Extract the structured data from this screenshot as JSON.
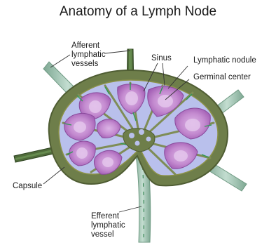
{
  "title": "Anatomy of a Lymph Node",
  "labels": {
    "afferent": [
      "Afferent",
      "lymphatic",
      "vessels"
    ],
    "sinus": "Sinus",
    "lymphatic_nodule": "Lymphatic nodule",
    "germinal_center": "Germinal center",
    "capsule": "Capsule",
    "efferent": [
      "Efferent",
      "lymphatic",
      "vessel"
    ]
  },
  "colors": {
    "capsule": "#6e7e4a",
    "capsule_dark": "#4f5d33",
    "cortex": "#b9c0ec",
    "trabecula": "#7f8d56",
    "nodule": "#b673c2",
    "germinal": "#dcb4e6",
    "vessel": "#a7c8b6",
    "vessel_dark": "#6f9a83",
    "leader": "#333333"
  }
}
